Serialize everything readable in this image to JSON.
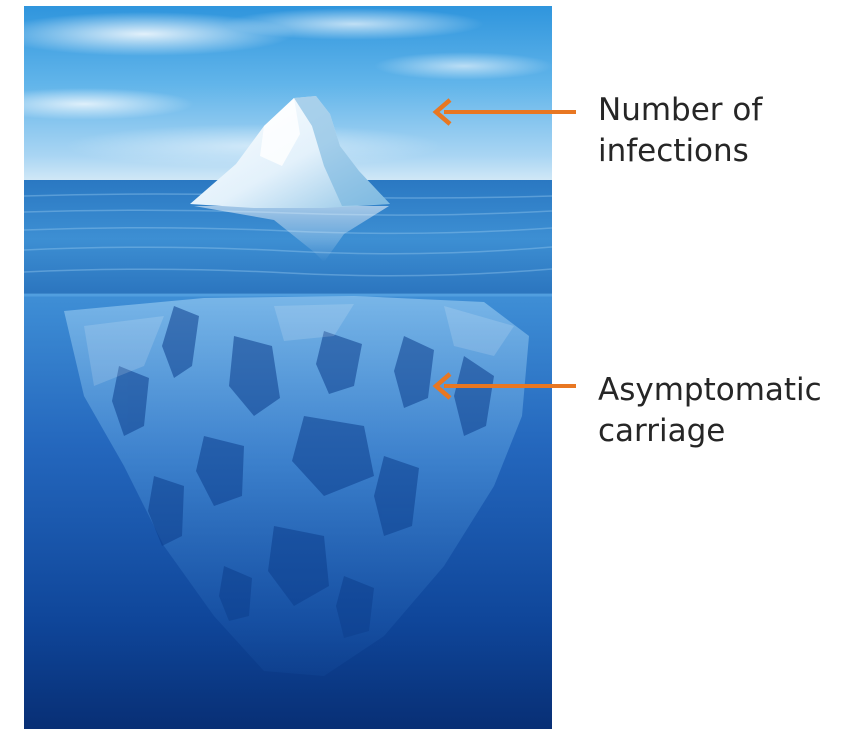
{
  "callouts": [
    {
      "line1": "Number of",
      "line2": "infections"
    },
    {
      "line1": "Asymptomatic",
      "line2": "carriage"
    }
  ],
  "colors": {
    "arrow": "#e87722",
    "text": "#262626",
    "sky_top": "#3ea0e2",
    "sky_horizon": "#cfe7f7",
    "sea_surface": "#3a85c8",
    "deep_water": "#0a3a86"
  },
  "icons": {
    "top_arrow": "left-arrow-icon",
    "bottom_arrow": "left-arrow-icon",
    "image": "iceberg-photo"
  }
}
